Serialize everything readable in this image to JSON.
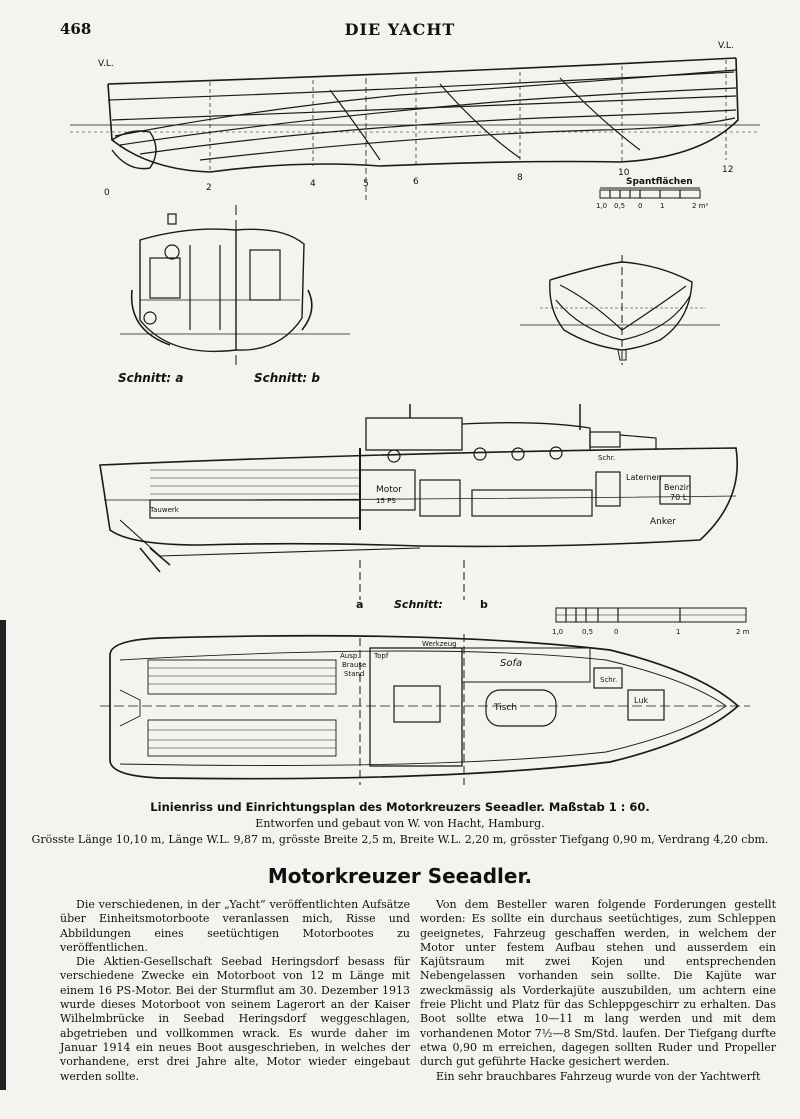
{
  "header": {
    "page_number": "468",
    "running_title": "DIE YACHT"
  },
  "drawing_labels": {
    "profile_vl_left": "V.L.",
    "profile_vl_right": "V.L.",
    "stations": [
      "0",
      "2",
      "4",
      "5",
      "6",
      "8",
      "10",
      "12"
    ],
    "spantflaechen": "Spantflächen",
    "scale1": [
      "1,0",
      "0,5",
      "0",
      "1",
      "2 m²"
    ],
    "schnitt_a": "Schnitt: a",
    "schnitt_b": "Schnitt: b",
    "motor": "Motor",
    "motor_ps": "15 PS",
    "laternen": "Laternen",
    "benzin": "Benzin",
    "benzin_liter": "70 L",
    "anker": "Anker",
    "tauwerk": "Tauwerk",
    "schr": "Schr.",
    "schnitt": "Schnitt:",
    "section_a": "a",
    "section_b": "b",
    "scale2": [
      "1,0",
      "0,5",
      "0",
      "1",
      "2 m"
    ],
    "werkzeug": "Werkzeug",
    "ausp": "Ausp.",
    "topf": "Topf",
    "brause": "Brause",
    "stand": "Stand",
    "sofa": "Sofa",
    "tisch": "Tisch",
    "luk": "Luk"
  },
  "caption": {
    "line1": "Linienriss und Einrichtungsplan des Motorkreuzers Seeadler.  Maßstab 1 : 60.",
    "line2": "Entworfen und gebaut von W. von Hacht, Hamburg.",
    "line3": "Grösste Länge 10,10 m, Länge W.L. 9,87 m, grösste Breite 2,5 m, Breite W.L. 2,20 m, grösster Tiefgang 0,90 m, Verdrang 4,20 cbm."
  },
  "article": {
    "title": "Motorkreuzer Seeadler.",
    "col1": [
      "Die verschiedenen, in der „Yacht“ veröffentlichten Aufsätze über Einheitsmotorboote veranlassen mich, Risse und Abbildungen eines seetüchtigen Motorbootes zu veröffentlichen.",
      "Die Aktien-Gesellschaft Seebad Heringsdorf besass für verschiedene Zwecke ein Motorboot von 12 m Länge mit einem 16 PS-Motor. Bei der Sturmflut am 30. Dezember 1913 wurde dieses Motorboot von seinem Lagerort an der Kaiser Wilhelmbrücke in Seebad Heringsdorf weggeschlagen, abgetrieben und vollkommen wrack. Es wurde daher im Januar 1914 ein neues Boot ausgeschrieben, in welches der vorhandene, erst drei Jahre alte, Motor wieder eingebaut werden sollte."
    ],
    "col2": [
      "Von dem Besteller waren folgende Forderungen gestellt worden: Es sollte ein durchaus seetüchtiges, zum Schleppen geeignetes, Fahrzeug geschaffen werden, in welchem der Motor unter festem Aufbau stehen und ausserdem ein Kajütsraum mit zwei Kojen und entsprechenden Nebengelassen vorhanden sein sollte. Die Kajüte war zweckmässig als Vorderkajüte auszubilden, um achtern eine freie Plicht und Platz für das Schleppgeschirr zu erhalten. Das Boot sollte etwa 10—11 m lang werden und mit dem vorhandenen Motor 7½—8 Sm/Std. laufen. Der Tiefgang durfte etwa 0,90 m erreichen, dagegen sollten Ruder und Propeller durch gut geführte Hacke gesichert werden.",
      "Ein sehr brauchbares Fahrzeug wurde von der Yachtwerft"
    ]
  }
}
